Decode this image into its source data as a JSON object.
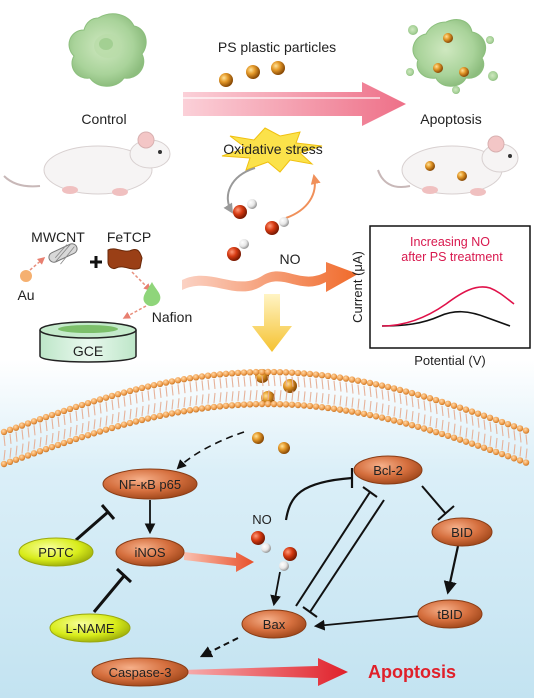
{
  "labels": {
    "ps_particles": "PS plastic particles",
    "control": "Control",
    "apoptosis_top": "Apoptosis",
    "oxidative_stress": "Oxidative stress",
    "mwcnt": "MWCNT",
    "fetcp": "FeTCP",
    "plus": "+",
    "au": "Au",
    "nafion": "Nafion",
    "gce": "GCE",
    "no_middle": "NO",
    "no_lower": "NO",
    "apoptosis_bottom": "Apoptosis"
  },
  "graph": {
    "title_line1": "Increasing NO",
    "title_line2": "after PS treatment",
    "ylabel": "Current (μA)",
    "xlabel": "Potential (V)",
    "title_color": "#d8184e"
  },
  "nodes": {
    "nfkb": "NF-κB p65",
    "inos": "iNOS",
    "bcl2": "Bcl-2",
    "bid": "BID",
    "tbid": "tBID",
    "bax": "Bax",
    "caspase3": "Caspase-3",
    "pdtc": "PDTC",
    "lname": "L-NAME"
  },
  "colors": {
    "particle": "#d4861a",
    "node_fill": "#d56f3e",
    "inhibitor_fill": "#d8ec1a",
    "apoptosis_red": "#e0202a",
    "arrow_pink": "#f0849a"
  }
}
